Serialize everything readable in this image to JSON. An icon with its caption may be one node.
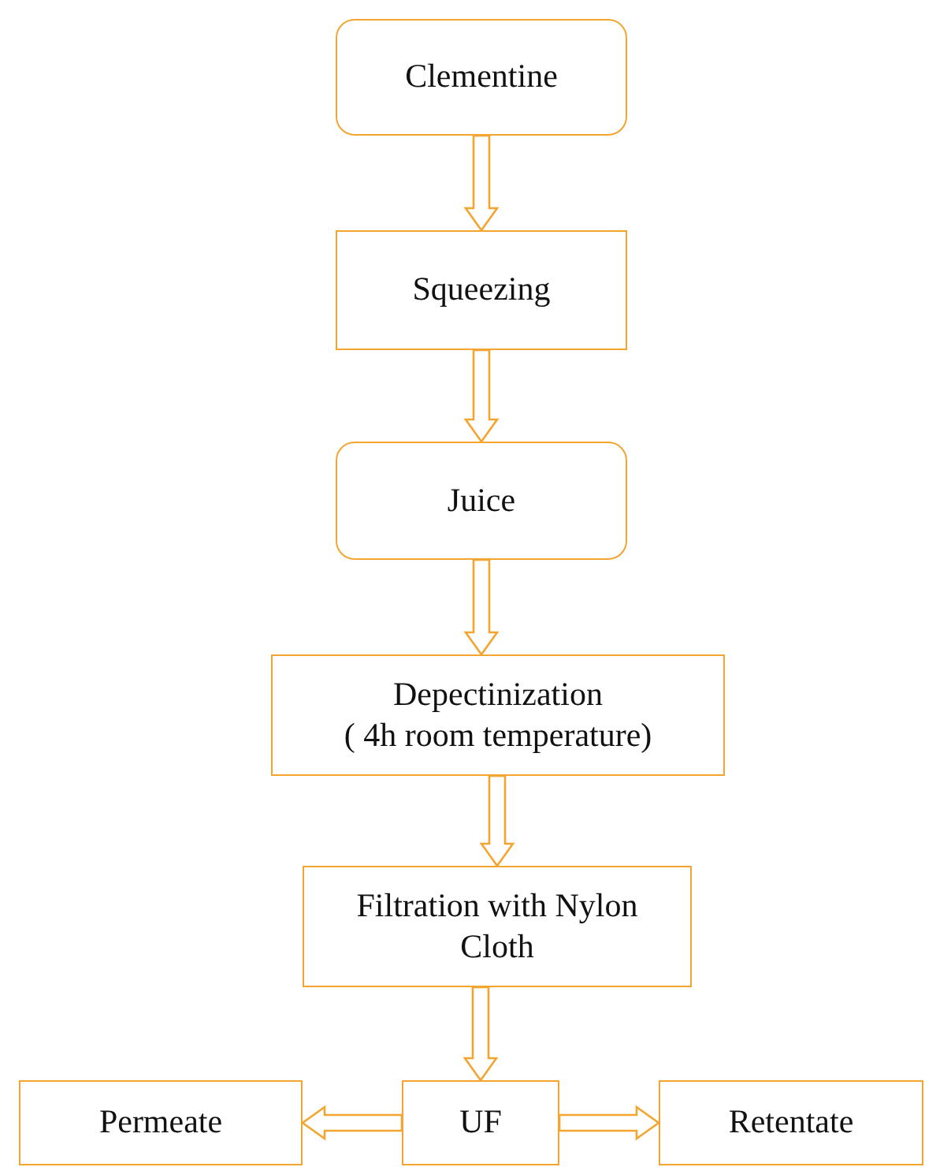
{
  "diagram": {
    "nodes": [
      {
        "text": [
          "Clementine"
        ]
      },
      {
        "text": [
          "Squeezing"
        ]
      },
      {
        "text": [
          "Juice"
        ]
      },
      {
        "text": [
          "Depectinization",
          "( 4h room temperature)"
        ]
      },
      {
        "text": [
          "Filtration with Nylon Cloth"
        ]
      },
      {
        "text": [
          "Permeate"
        ]
      },
      {
        "text": [
          "UF"
        ]
      },
      {
        "text": [
          "Retentate"
        ]
      }
    ],
    "edges": [
      {
        "from": 0,
        "to": 1,
        "arrow": "to"
      },
      {
        "from": 1,
        "to": 2,
        "arrow": "to"
      },
      {
        "from": 2,
        "to": 3,
        "arrow": "to"
      },
      {
        "from": 3,
        "to": 4,
        "arrow": "to"
      },
      {
        "from": 4,
        "to": 6,
        "arrow": "to"
      },
      {
        "from": 6,
        "to": 5,
        "arrow": "to"
      },
      {
        "from": 6,
        "to": 7,
        "arrow": "to"
      }
    ]
  }
}
